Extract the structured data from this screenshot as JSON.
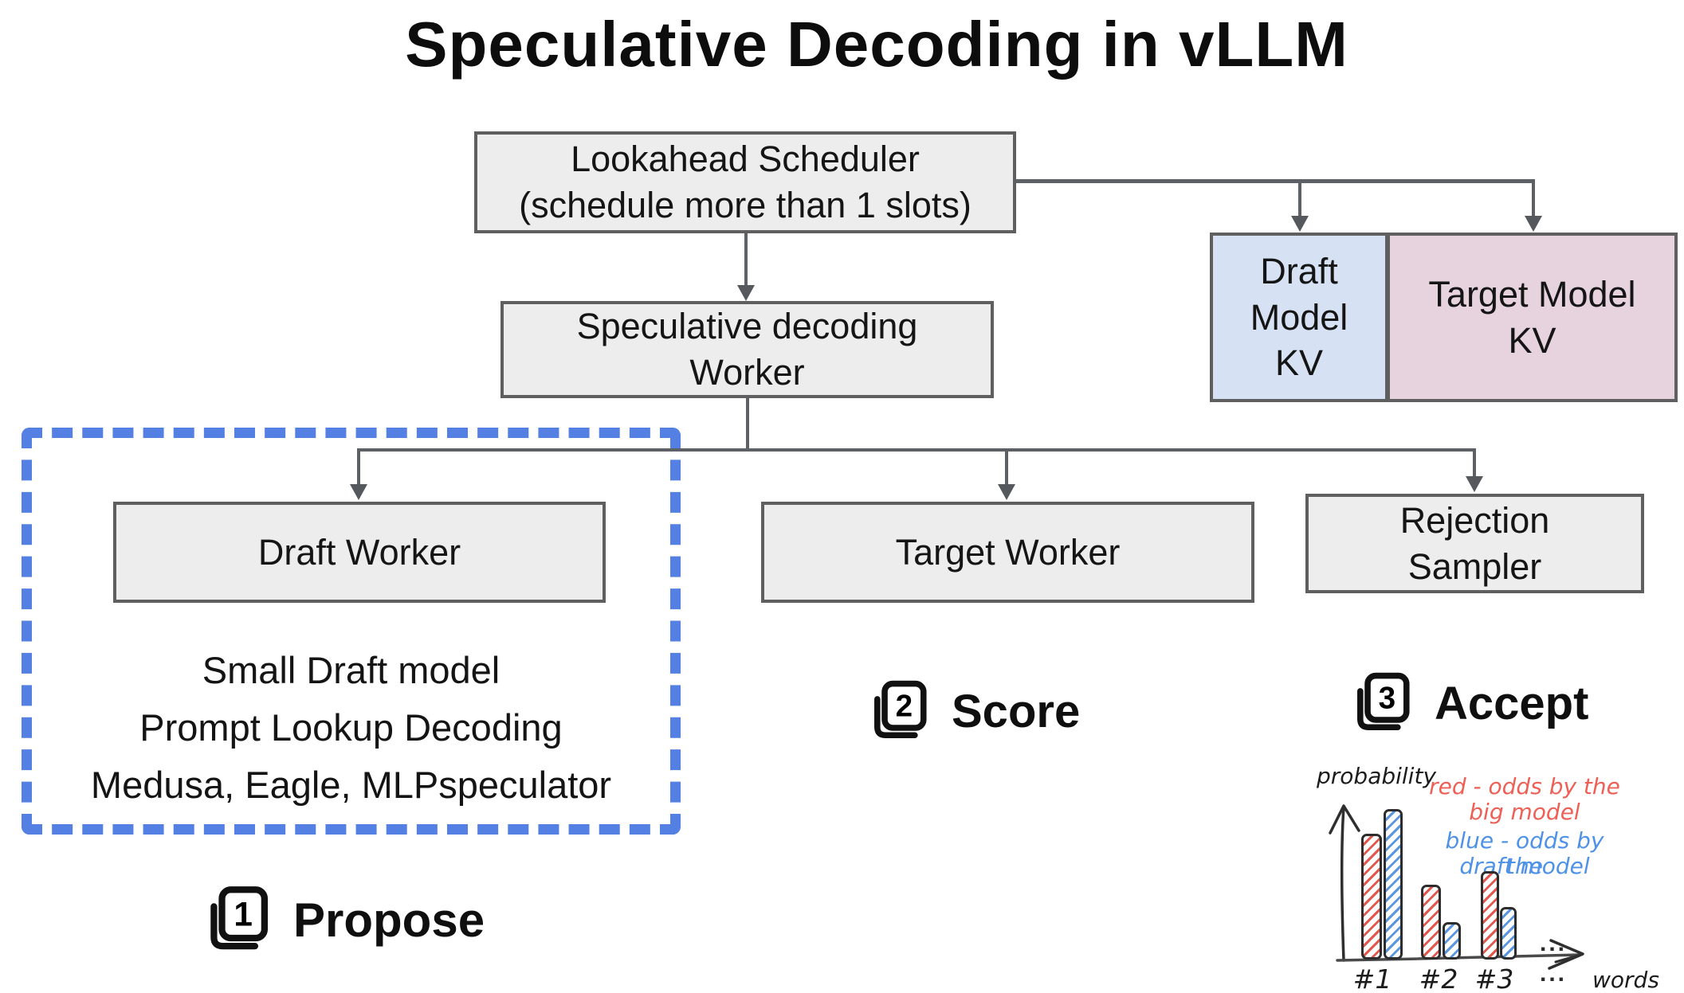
{
  "title": "Speculative Decoding in vLLM",
  "colors": {
    "dashed_accent": "#5480e4",
    "box_fill": "#ededed",
    "box_border": "#5f5f5f",
    "draft_kv_fill": "#d6e2f3",
    "target_kv_fill": "#e6d3dd",
    "connector": "#5d6166",
    "bar_red": "#e2574e",
    "bar_blue": "#5b96e0"
  },
  "nodes": {
    "scheduler": {
      "lines": [
        "Lookahead Scheduler",
        "(schedule more than 1 slots)"
      ]
    },
    "spec_worker": {
      "lines": [
        "Speculative decoding",
        "Worker"
      ]
    },
    "draft_kv": {
      "label": "Draft Model KV"
    },
    "target_kv": {
      "label": "Target Model KV"
    },
    "draft_worker": {
      "label": "Draft Worker"
    },
    "target_worker": {
      "label": "Target Worker"
    },
    "rejection_sampler": {
      "lines": [
        "Rejection",
        "Sampler"
      ]
    }
  },
  "draft_methods": {
    "lines": [
      "Small Draft model",
      "Prompt Lookup Decoding",
      "Medusa, Eagle, MLPspeculator"
    ]
  },
  "steps": {
    "propose": {
      "number": "1",
      "label": "Propose"
    },
    "score": {
      "number": "2",
      "label": "Score"
    },
    "accept": {
      "number": "3",
      "label": "Accept"
    }
  },
  "chart_data": {
    "type": "bar",
    "title": "",
    "ylabel": "probability",
    "xlabel": "words",
    "categories": [
      "#1",
      "#2",
      "#3",
      "..."
    ],
    "series": [
      {
        "name": "red - odds by the big model",
        "color": "#e2574e",
        "values": [
          0.77,
          0.46,
          0.54
        ]
      },
      {
        "name": "blue - odds by the draft model",
        "color": "#5b96e0",
        "values": [
          0.92,
          0.23,
          0.32
        ]
      }
    ],
    "legend": {
      "red_line1": "red - odds by the",
      "red_line2": "big model",
      "blue_line1": "blue - odds by the",
      "blue_line2": "draft model"
    },
    "tick_labels": [
      "#1",
      "#2",
      "#3"
    ],
    "ellipsis": "...",
    "axis_range": [
      0,
      1
    ],
    "grid": false,
    "legend_position": "top-right"
  }
}
